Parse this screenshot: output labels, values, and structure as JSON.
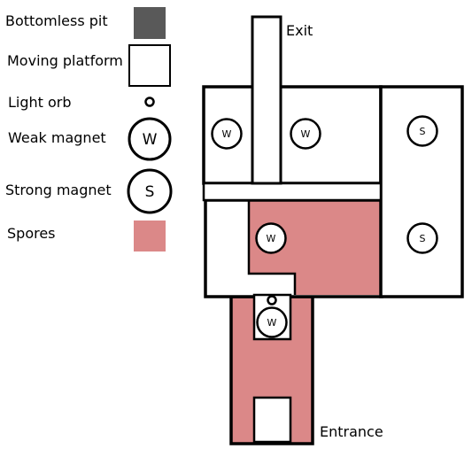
{
  "legend": {
    "bottomless_pit": "Bottomless pit",
    "moving_platform": "Moving platform",
    "light_orb": "Light orb",
    "weak_magnet": "Weak magnet",
    "strong_magnet": "Strong magnet",
    "spores": "Spores"
  },
  "map": {
    "exit_label": "Exit",
    "entrance_label": "Entrance",
    "weak_symbol": "W",
    "strong_symbol": "S"
  },
  "colors": {
    "pit": "#595959",
    "spores": "#db8888",
    "wall": "#000000",
    "floor": "#ffffff"
  }
}
